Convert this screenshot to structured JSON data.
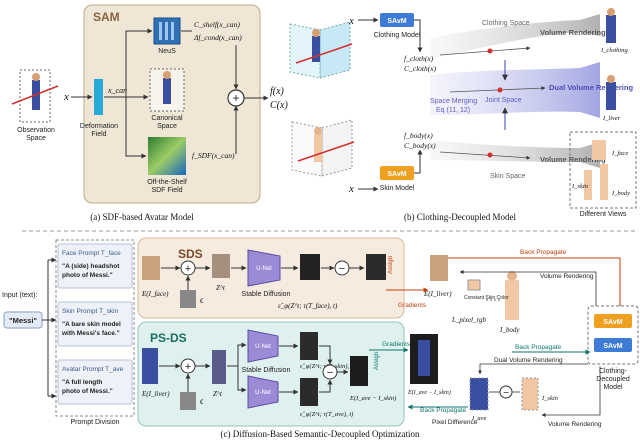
{
  "panel_a": {
    "title": "SAM",
    "caption": "(a) SDF-based Avatar Model",
    "observation_label_1": "Observation",
    "observation_label_2": "Space",
    "deformation_label_1": "Deformation",
    "deformation_label_2": "Field",
    "neus_label": "NeuS",
    "canonical_label_1": "Canonical",
    "canonical_label_2": "Space",
    "sdf_label_1": "Off-the-Shelf",
    "sdf_label_2": "SDF Field",
    "x_symbol": "x",
    "x_can": "x_can",
    "c_shelf": "C_shelf(x_can)",
    "delta_f": "Δf_cond(x_can)",
    "f_sdf": "f_SDF(x_can)",
    "plus": "+",
    "f_out": "f(x)",
    "c_out": "C(x)"
  },
  "panel_b": {
    "caption": "(b) Clothing-Decoupled Model",
    "savm": "SAvM",
    "clothing_model": "Clothing Model",
    "skin_model": "Skin Model",
    "f_cloth": "f_cloth(x)",
    "c_cloth": "C_cloth(x)",
    "f_body": "f_body(x)",
    "c_body": "C_body(x)",
    "clothing_space": "Clothing Space",
    "joint_space": "Joint Space",
    "skin_space": "Skin Space",
    "space_merging_1": "Space Merging",
    "space_merging_2": "Eq (11, 12)",
    "volume_rendering": "Volume Rendering",
    "dual_volume_rendering": "Dual Volume Rendering",
    "i_clothing": "I_clothing",
    "i_liver": "I_liver",
    "i_face": "I_face",
    "i_body": "I_body",
    "different_views": "Different Views"
  },
  "panel_c": {
    "caption": "(c) Diffusion-Based Semantic-Decoupled Optimization",
    "input_label": "Input (text):",
    "input_value": "\"Messi\"",
    "prompt_division": "Prompt Division",
    "face_prompt_title": "Face Prompt T_face",
    "face_prompt_1": "\"A (side) headshot",
    "face_prompt_2": "photo of Messi.\"",
    "skin_prompt_title": "Skin Prompt T_skin",
    "skin_prompt_1": "\"A bare skin model",
    "skin_prompt_2": "with Messi's face.\"",
    "avatar_prompt_title": "Avatar Prompt T_ave",
    "avatar_prompt_1": "\"A full length",
    "avatar_prompt_2": "photo of Messi.\"",
    "sds": "SDS",
    "ps_ds": "PS-DS",
    "unet": "U-Net",
    "stable_diffusion": "Stable Diffusion",
    "epsilon": "ϵ",
    "zt": "Z^t",
    "minus": "−",
    "assign": "Assign",
    "gradients": "Gradients",
    "back_propagate": "Back Propagate",
    "volume_rendering": "Volume Rendering",
    "dual_volume_rendering": "Dual Volume Rendering",
    "pixel_difference": "Pixel Difference",
    "constant_skin_color": "Constant Skin Color",
    "l_pixel_rgb": "L_pixel_rgb",
    "clothing_decoupled_1": "Clothing-",
    "clothing_decoupled_2": "Decoupled",
    "clothing_decoupled_3": "Model",
    "e_i_face": "E(I_face)",
    "e_i_liver": "E(I_liver)",
    "e_diff": "E(I_ave − I_skin)",
    "eps_face": "ε̂_φ(Z^t; τ(T_face), t)",
    "eps_skin": "ε̂_φ(Z^t; τ(T_skin), t)",
    "eps_ave": "ε̂_φ(Z^t; τ(T_ave), t)",
    "i_body": "I_body",
    "i_skin": "I_skin",
    "i_ave": "I_ave",
    "savm": "SAvM"
  },
  "colors": {
    "sam_bg": "#efe6d6",
    "sds_bg": "#f7ebe0",
    "psds_bg": "#dff1ee",
    "savm_orange": "#f0a020",
    "savm_blue": "#3d7bd6",
    "accent_red": "#c62828"
  }
}
